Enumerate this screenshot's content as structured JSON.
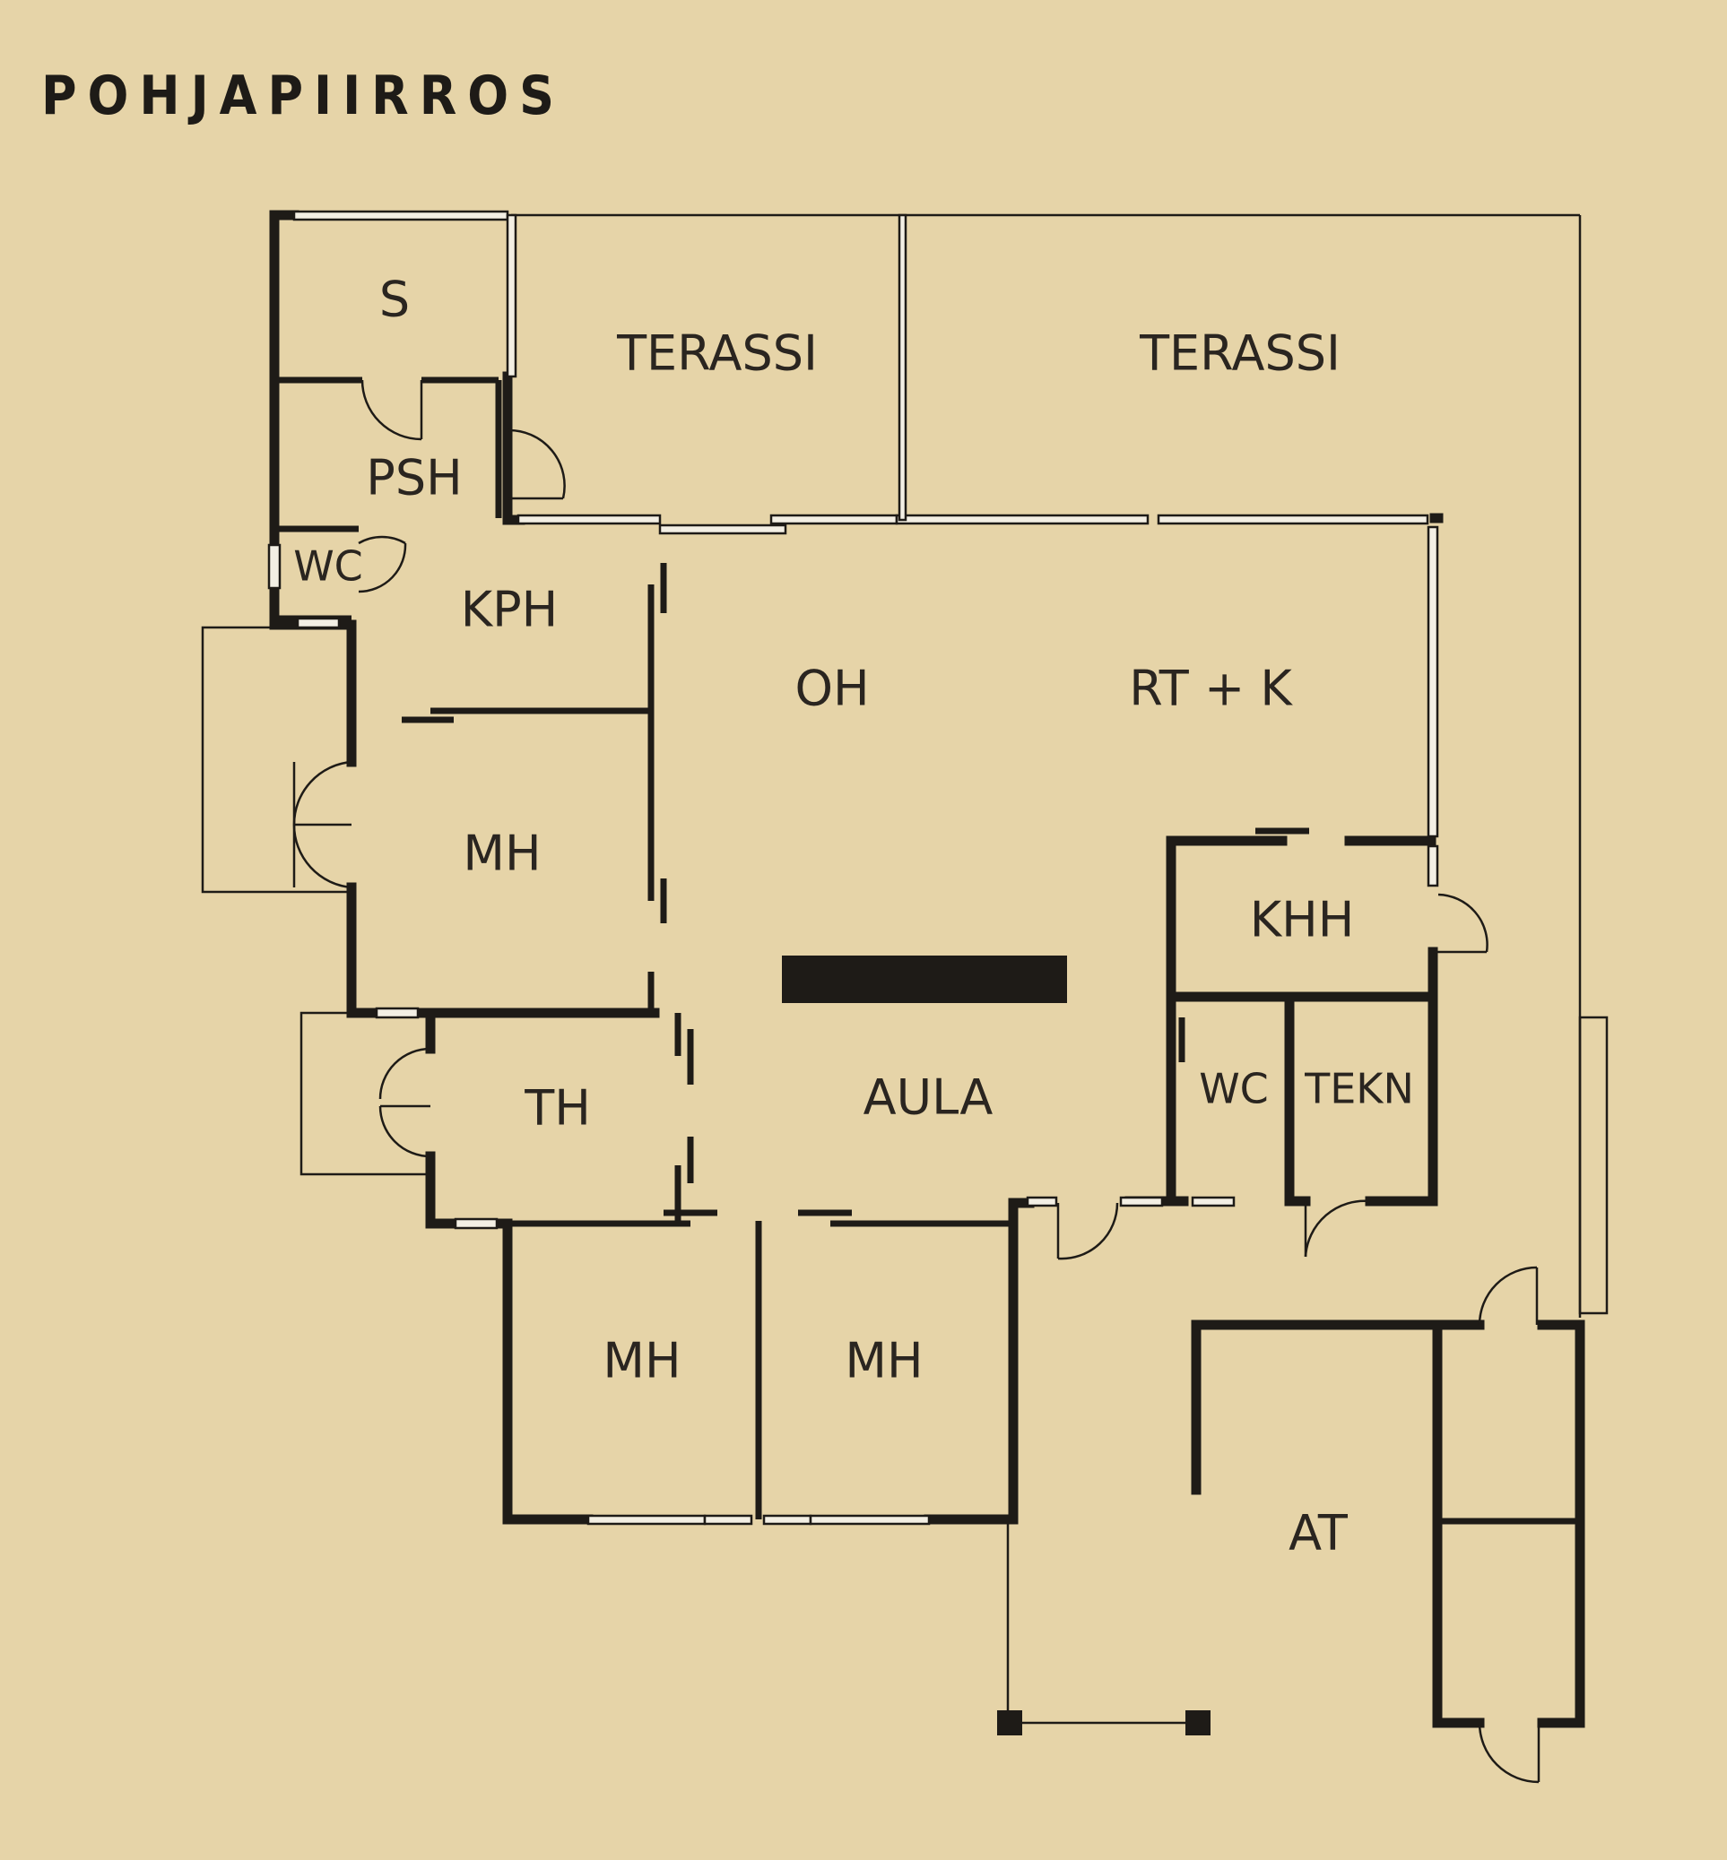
{
  "title": "POHJAPIIRROS",
  "rooms": {
    "s": "S",
    "terassi_left": "TERASSI",
    "terassi_right": "TERASSI",
    "psh": "PSH",
    "wc_upper": "WC",
    "kph": "KPH",
    "oh": "OH",
    "rt_k": "RT + K",
    "mh_left": "MH",
    "khh": "KHH",
    "wc_lower": "WC",
    "tekn": "TEKN",
    "th": "TH",
    "aula": "AULA",
    "mh_bottom_left": "MH",
    "mh_bottom_right": "MH",
    "at": "AT"
  },
  "colors": {
    "background": "#e6d4a8",
    "walls": "#1e1b17",
    "windows": "#f3efe4"
  }
}
